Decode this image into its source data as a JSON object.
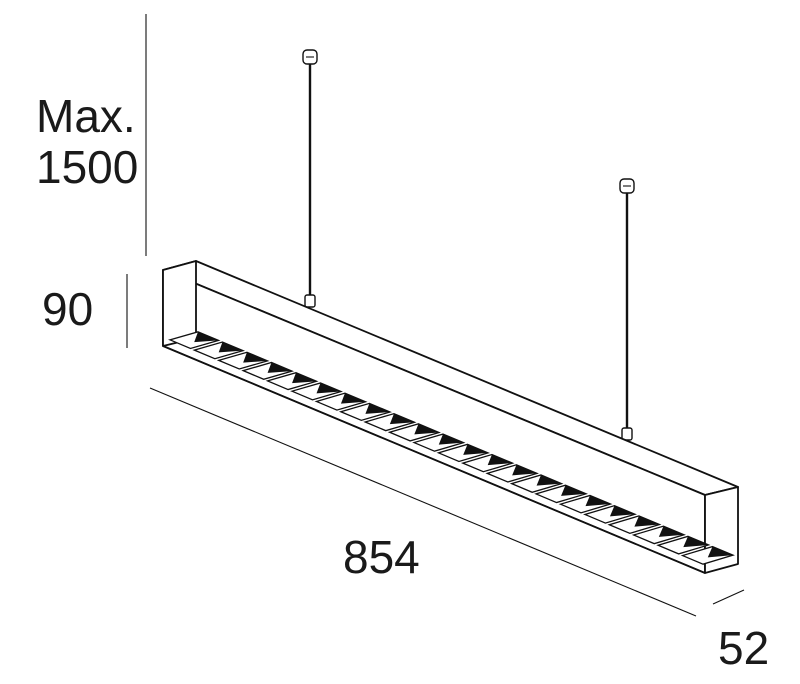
{
  "labels": {
    "max_line1": "Max.",
    "max_line2": "1500",
    "height": "90",
    "length": "854",
    "depth": "52"
  },
  "louver": {
    "cell_count": 22
  }
}
